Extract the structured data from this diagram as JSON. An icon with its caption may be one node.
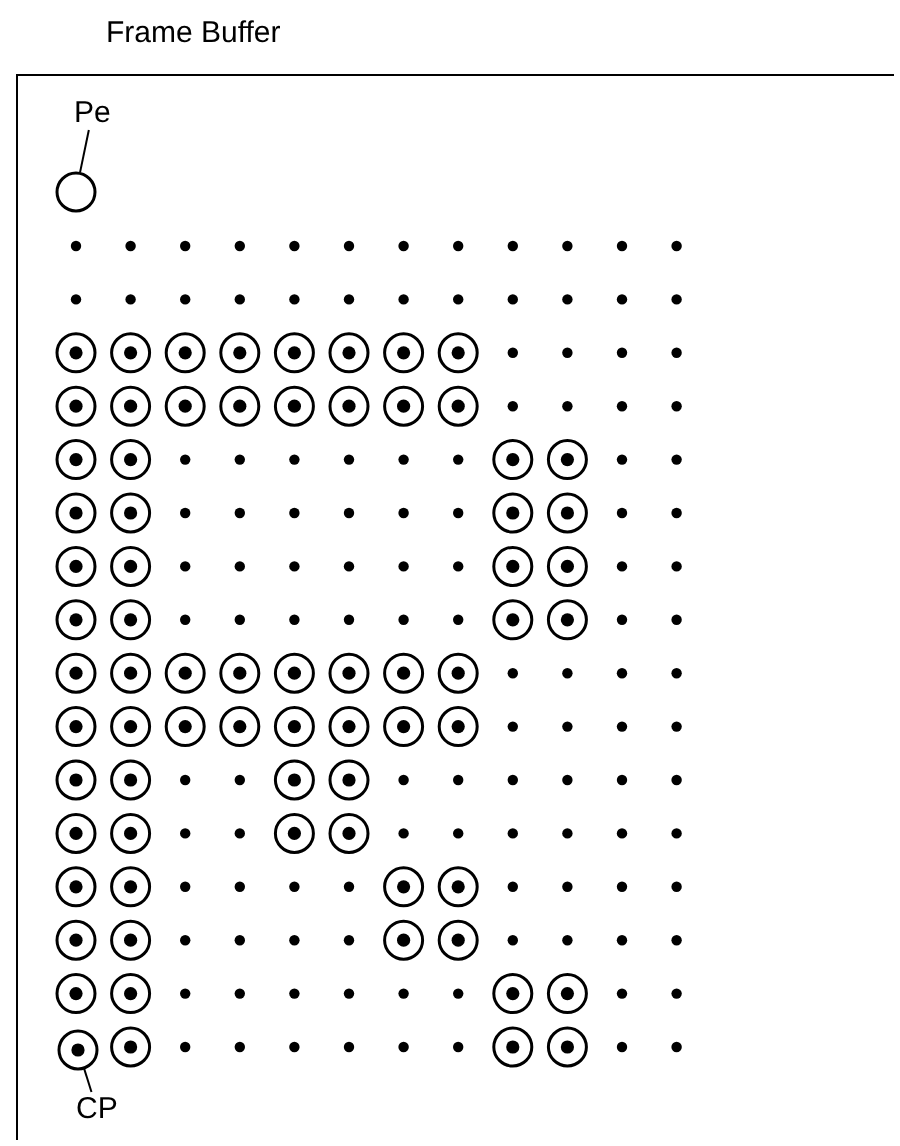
{
  "diagram": {
    "nodes": [
      {
        "text": [
          "Frame Buffer"
        ]
      },
      {
        "text": [
          "Pe"
        ],
        "in": 0
      },
      {
        "text": [],
        "shape": "circle",
        "in": 0
      },
      {
        "text": [],
        "shape": "circle",
        "in": 0
      },
      {
        "text": [
          "CP"
        ],
        "in": 0
      }
    ],
    "edges": [
      {
        "from": 1,
        "to": 2,
        "arrow": "none"
      },
      {
        "from": 4,
        "to": 3,
        "arrow": "none"
      }
    ]
  }
}
